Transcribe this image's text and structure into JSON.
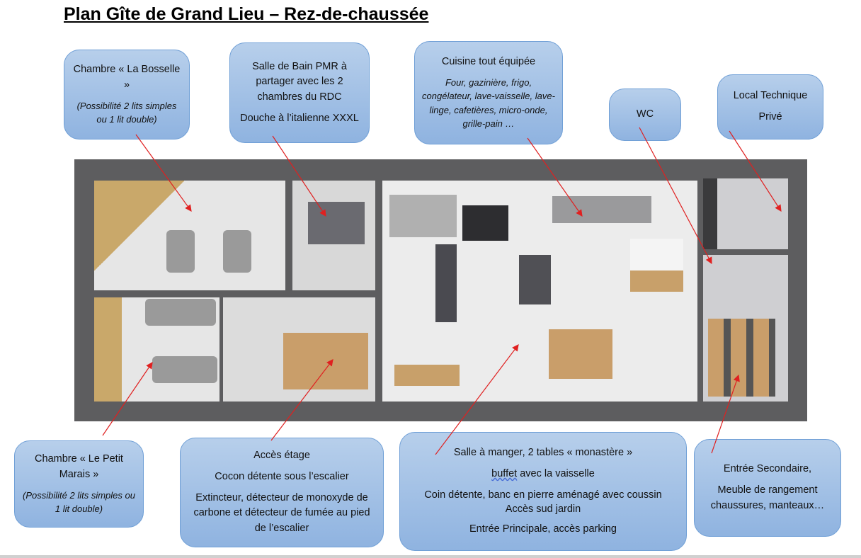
{
  "title": "Plan Gîte de Grand Lieu – Rez-de-chaussée",
  "callouts": {
    "bosselle": {
      "title": "Chambre « La Bosselle »",
      "note": "(Possibilité 2 lits simples ou 1 lit double)"
    },
    "bathroom": {
      "line1": "Salle de Bain PMR à partager avec les 2 chambres du RDC",
      "line2": "Douche à l’italienne XXXL"
    },
    "kitchen": {
      "title": "Cuisine tout équipée",
      "note": "Four, gazinière, frigo, congélateur, lave-vaisselle, lave-linge, cafetières, micro-onde, grille-pain …"
    },
    "wc": {
      "title": "WC"
    },
    "technical": {
      "line1": "Local Technique",
      "line2": "Privé"
    },
    "petit_marais": {
      "title": "Chambre « Le Petit Marais »",
      "note": "(Possibilité 2 lits simples ou 1 lit double)"
    },
    "stairs": {
      "line1": "Accès étage",
      "line2": "Cocon détente sous l’escalier",
      "line3": "Extincteur, détecteur de monoxyde de carbone et détecteur de fumée au pied de l’escalier"
    },
    "dining": {
      "line1": "Salle à manger, 2 tables « monastère »",
      "line2_word": "buffet",
      "line2_rest": " avec la vaisselle",
      "line3": "Coin détente, banc en pierre aménagé avec coussin",
      "line4": "Accès sud jardin",
      "line5": "Entrée Principale, accès parking"
    },
    "secondary": {
      "line1": "Entrée Secondaire,",
      "line2": "Meuble de rangement chaussures, manteaux…"
    }
  },
  "colors": {
    "callout_top": "#b7cfeb",
    "callout_bottom": "#8fb3e0",
    "callout_border": "#6f9fd6",
    "arrow": "#e02020",
    "wall": "#5d5d5f"
  }
}
